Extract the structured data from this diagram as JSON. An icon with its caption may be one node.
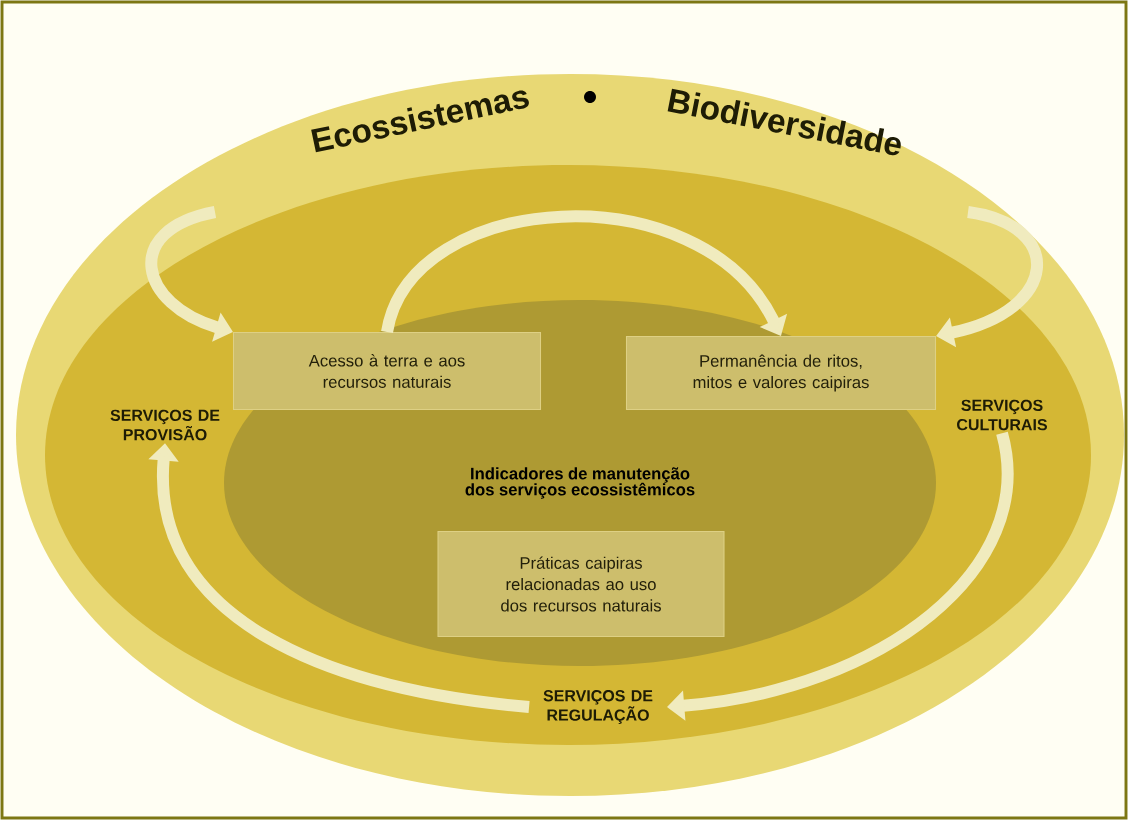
{
  "diagram": {
    "nodes": [
      {
        "text": [
          "Ecossistemas",
          "Biodiversidade"
        ]
      },
      {
        "text": [],
        "shape": "ellipse",
        "in": 0
      },
      {
        "text": [
          "Indicadores de manutenção dos serviços ecossistêmicos"
        ],
        "in": 1
      },
      {
        "text": [
          "Acesso à terra e aos recursos naturais"
        ],
        "in": 2
      },
      {
        "text": [
          "Permanência de ritos, mitos e valores caipiras"
        ],
        "in": 2
      },
      {
        "text": [
          "SERVIÇOS DE PROVISÃO"
        ],
        "in": 1
      },
      {
        "text": [
          "SERVIÇOS CULTURAIS"
        ],
        "in": 1
      },
      {
        "text": [
          "Práticas caipiras relacionadas ao uso dos recursos naturais"
        ],
        "in": 2
      },
      {
        "text": [
          "SERVIÇOS DE REGULAÇÃO"
        ],
        "in": 1
      }
    ],
    "edges": [
      {
        "from": null,
        "to": 3,
        "arrow": "to"
      },
      {
        "from": 3,
        "to": 4,
        "arrow": "to"
      },
      {
        "from": null,
        "to": 4,
        "arrow": "to"
      },
      {
        "from": 6,
        "to": 8,
        "arrow": "to"
      },
      {
        "from": 8,
        "to": 5,
        "arrow": "to"
      }
    ]
  }
}
